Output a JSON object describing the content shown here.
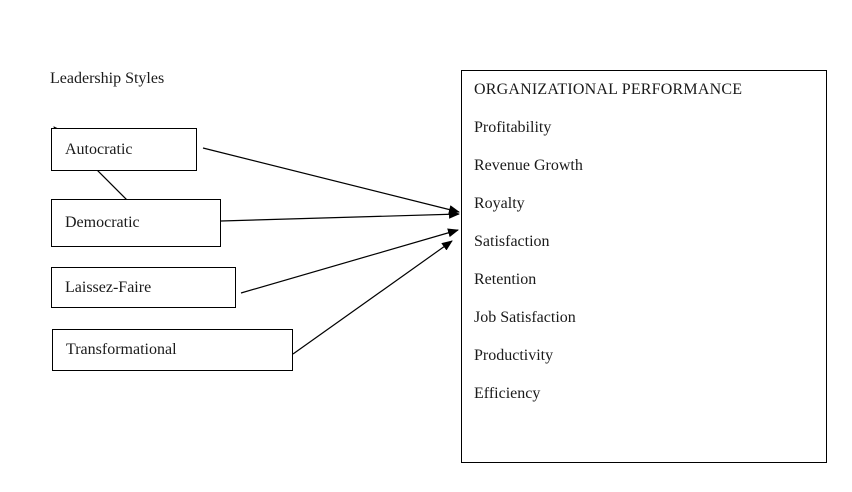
{
  "diagram": {
    "heading": "Leadership Styles",
    "leadership_styles": [
      {
        "label": "Autocratic"
      },
      {
        "label": "Democratic"
      },
      {
        "label": "Laissez-Faire"
      },
      {
        "label": "Transformational"
      }
    ],
    "performance_box": {
      "title": "ORGANIZATIONAL PERFORMANCE",
      "items": [
        "Profitability",
        "Revenue Growth",
        "Royalty",
        "Satisfaction",
        "Retention",
        "Job Satisfaction",
        "Productivity",
        "Efficiency"
      ]
    },
    "connections": [
      {
        "from": "Autocratic",
        "to": "ORGANIZATIONAL PERFORMANCE"
      },
      {
        "from": "Democratic",
        "to": "ORGANIZATIONAL PERFORMANCE"
      },
      {
        "from": "Laissez-Faire",
        "to": "ORGANIZATIONAL PERFORMANCE"
      },
      {
        "from": "Transformational",
        "to": "ORGANIZATIONAL PERFORMANCE"
      },
      {
        "from": "Democratic",
        "to": "Autocratic"
      }
    ],
    "colors": {
      "line": "#000000",
      "background": "#ffffff",
      "text": "#1a1a1a"
    }
  }
}
